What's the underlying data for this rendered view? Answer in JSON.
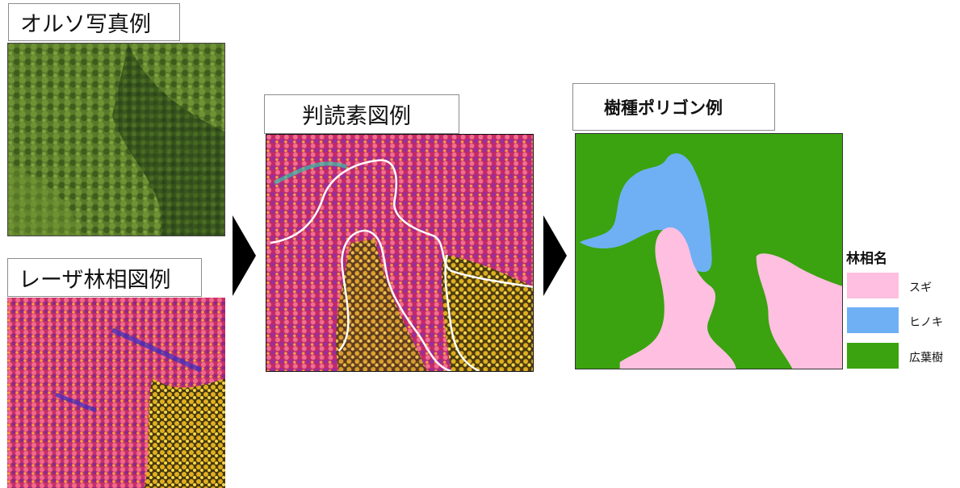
{
  "labels": {
    "ortho": "オルソ写真例",
    "laser": "レーザ林相図例",
    "interp": "判読素図例",
    "polygon": "樹種ポリゴン例"
  },
  "legend": {
    "title": "林相名",
    "items": [
      {
        "label": "スギ",
        "color": "#ffbfe0"
      },
      {
        "label": "ヒノキ",
        "color": "#6fb0f5"
      },
      {
        "label": "広葉樹",
        "color": "#3aa30f"
      }
    ]
  },
  "colors": {
    "sugi": "#ffbfe0",
    "hinoki": "#6fb0f5",
    "broadleaf": "#3aa30f",
    "ortho_base": "#4c6b24",
    "arrow": "#000000"
  }
}
